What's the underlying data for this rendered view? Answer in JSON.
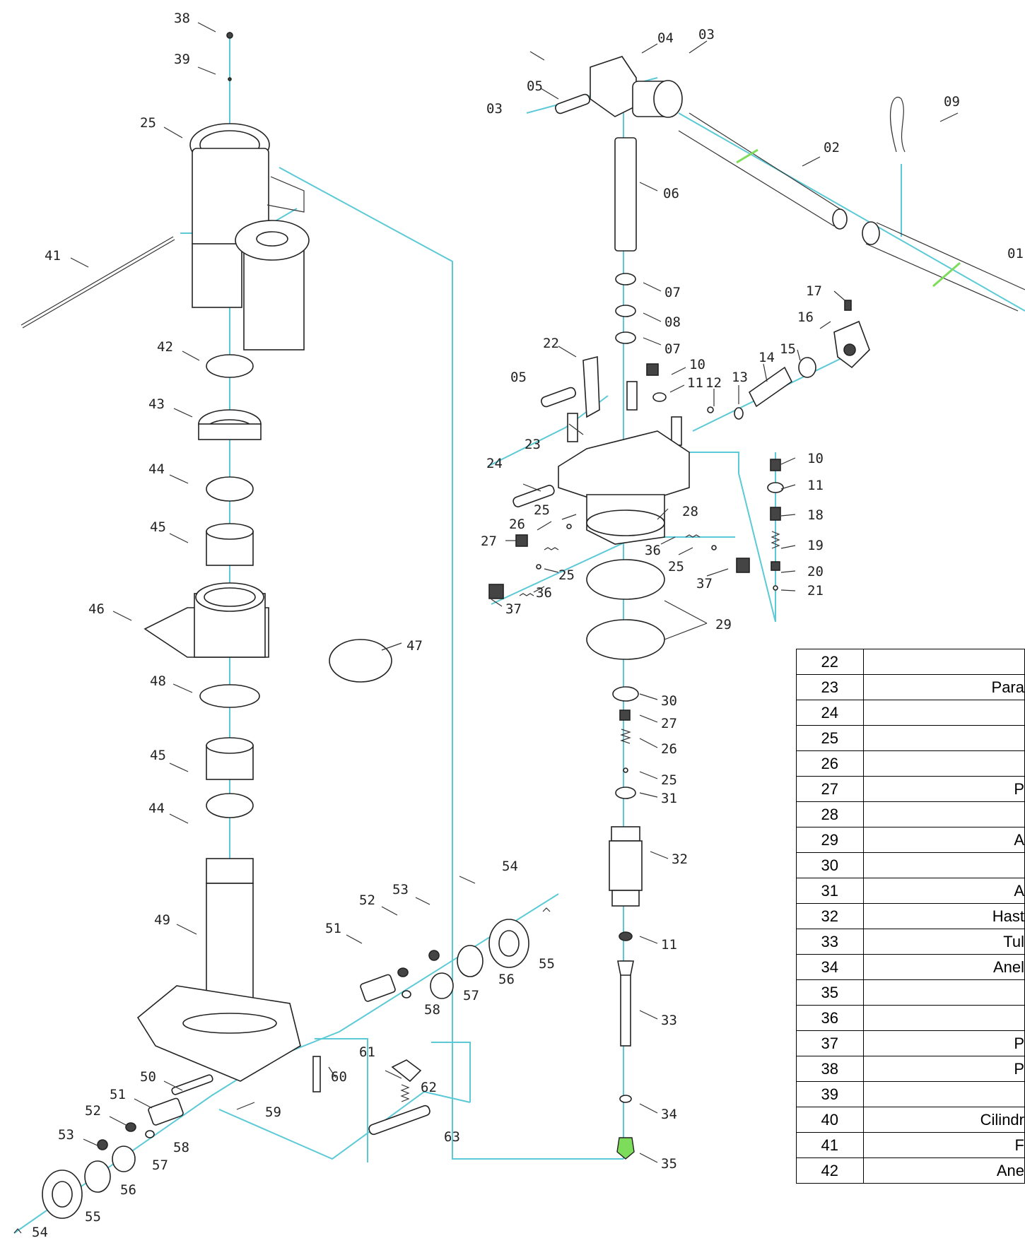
{
  "callouts": {
    "c01": "01",
    "c02": "02",
    "c03a": "03",
    "c03b": "03",
    "c04": "04",
    "c05a": "05",
    "c05b": "05",
    "c06": "06",
    "c07a": "07",
    "c07b": "07",
    "c08": "08",
    "c09": "09",
    "c10a": "10",
    "c10b": "10",
    "c11a": "11",
    "c11b": "11",
    "c11c": "11",
    "c12": "12",
    "c13": "13",
    "c14": "14",
    "c15": "15",
    "c16": "16",
    "c17": "17",
    "c18": "18",
    "c19": "19",
    "c20": "20",
    "c21": "21",
    "c22": "22",
    "c23": "23",
    "c24": "24",
    "c25a": "25",
    "c25b": "25",
    "c25c": "25",
    "c25d": "25",
    "c25e": "25",
    "c26a": "26",
    "c26b": "26",
    "c27a": "27",
    "c27b": "27",
    "c28": "28",
    "c29": "29",
    "c30": "30",
    "c31": "31",
    "c32": "32",
    "c33": "33",
    "c34": "34",
    "c35": "35",
    "c36a": "36",
    "c36b": "36",
    "c37a": "37",
    "c37b": "37",
    "c38": "38",
    "c39": "39",
    "c41": "41",
    "c42": "42",
    "c43": "43",
    "c44a": "44",
    "c44b": "44",
    "c45a": "45",
    "c45b": "45",
    "c46": "46",
    "c47": "47",
    "c48": "48",
    "c49": "49",
    "c50": "50",
    "c51a": "51",
    "c51b": "51",
    "c52a": "52",
    "c52b": "52",
    "c53a": "53",
    "c53b": "53",
    "c54a": "54",
    "c54b": "54",
    "c55a": "55",
    "c55b": "55",
    "c56a": "56",
    "c56b": "56",
    "c57a": "57",
    "c57b": "57",
    "c58a": "58",
    "c58b": "58",
    "c59": "59",
    "c60": "60",
    "c61": "61",
    "c62": "62",
    "c63": "63"
  },
  "parts_table": {
    "rows": [
      {
        "num": "22",
        "desc": ""
      },
      {
        "num": "23",
        "desc": "Para"
      },
      {
        "num": "24",
        "desc": ""
      },
      {
        "num": "25",
        "desc": ""
      },
      {
        "num": "26",
        "desc": ""
      },
      {
        "num": "27",
        "desc": "P"
      },
      {
        "num": "28",
        "desc": ""
      },
      {
        "num": "29",
        "desc": "A"
      },
      {
        "num": "30",
        "desc": ""
      },
      {
        "num": "31",
        "desc": "A"
      },
      {
        "num": "32",
        "desc": "Hast"
      },
      {
        "num": "33",
        "desc": "Tul"
      },
      {
        "num": "34",
        "desc": "Anel"
      },
      {
        "num": "35",
        "desc": ""
      },
      {
        "num": "36",
        "desc": ""
      },
      {
        "num": "37",
        "desc": "P"
      },
      {
        "num": "38",
        "desc": "P"
      },
      {
        "num": "39",
        "desc": ""
      },
      {
        "num": "40",
        "desc": "Cilindr"
      },
      {
        "num": "41",
        "desc": "F"
      },
      {
        "num": "42",
        "desc": "Ane"
      }
    ]
  },
  "colors": {
    "axis_lines": "#5cc9d6",
    "highlight": "#7ddc5a",
    "ink": "#222222"
  }
}
